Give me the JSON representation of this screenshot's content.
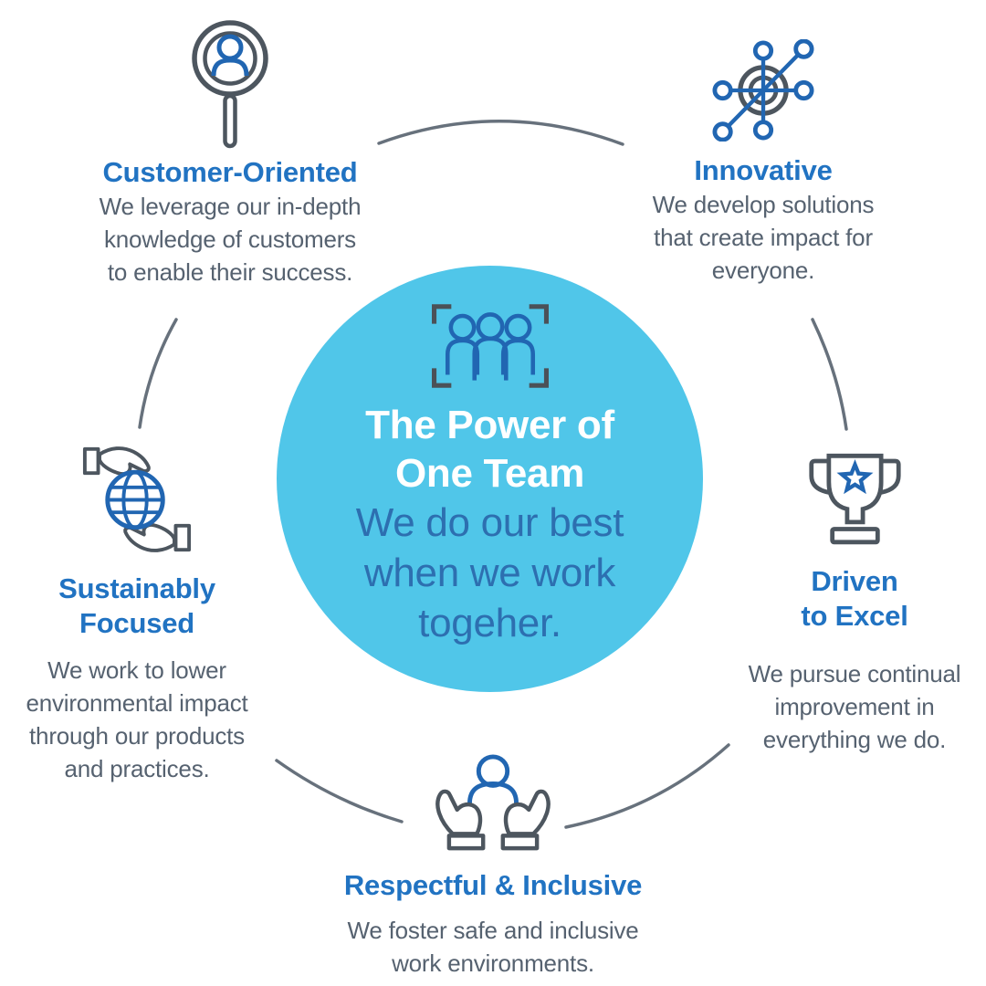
{
  "center": {
    "icon": "team-frame-icon",
    "title_lines": [
      "The Power of",
      "One Team"
    ],
    "subtitle_lines": [
      "We do our best",
      "when we work",
      "togeher."
    ]
  },
  "sections": [
    {
      "id": "customer-oriented",
      "icon": "magnifier-person-icon",
      "title_lines": [
        "Customer-Oriented"
      ],
      "body_lines": [
        "We leverage our in-depth",
        "knowledge of customers",
        "to enable their success."
      ]
    },
    {
      "id": "innovative",
      "icon": "network-hub-icon",
      "title_lines": [
        "Innovative"
      ],
      "body_lines": [
        "We develop solutions",
        "that create impact for",
        "everyone."
      ]
    },
    {
      "id": "driven-to-excel",
      "icon": "trophy-icon",
      "title_lines": [
        "Driven",
        "to Excel"
      ],
      "body_lines": [
        "We pursue continual",
        "improvement in",
        "everything we do."
      ]
    },
    {
      "id": "respectful-inclusive",
      "icon": "hands-holding-person-icon",
      "title_lines": [
        "Respectful & Inclusive"
      ],
      "body_lines": [
        "We foster safe and inclusive",
        "work environments."
      ]
    },
    {
      "id": "sustainably-focused",
      "icon": "hands-holding-globe-icon",
      "title_lines": [
        "Sustainably",
        "Focused"
      ],
      "body_lines": [
        "We work to lower",
        "environmental impact",
        "through our products",
        "and practices."
      ]
    }
  ],
  "colors": {
    "center_circle": "#50C6E9",
    "heading_blue": "#2173C2",
    "body_gray": "#566270",
    "icon_gray": "#4D565F",
    "icon_blue": "#2166B2",
    "center_subtitle_blue": "#2D6FB0",
    "arc_gray": "#67717C"
  }
}
